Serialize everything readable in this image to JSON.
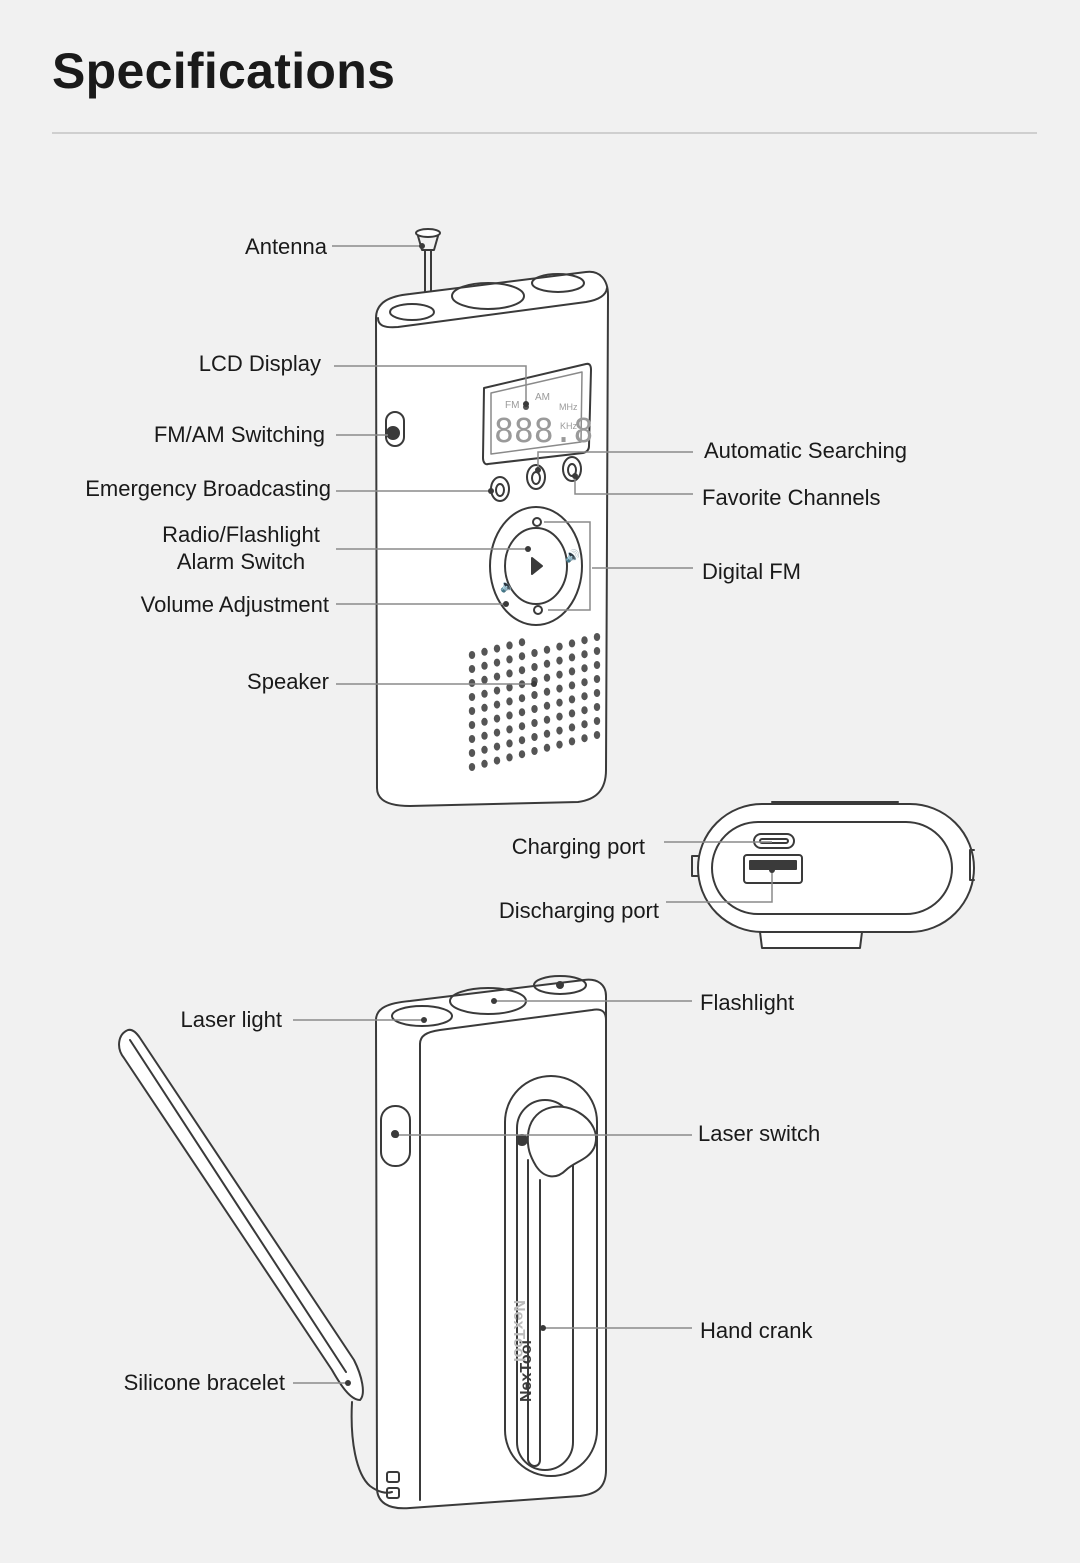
{
  "title": "Specifications",
  "colors": {
    "background": "#f1f1f1",
    "line": "#8a8a8a",
    "device_outline": "#3a3a3a"
  },
  "labels": {
    "antenna": "Antenna",
    "lcd_display": "LCD Display",
    "fm_am_switching": "FM/AM Switching",
    "emergency_broadcasting": "Emergency Broadcasting",
    "radio_flashlight_line1": "Radio/Flashlight",
    "radio_flashlight_line2": "Alarm Switch",
    "volume_adjustment": "Volume Adjustment",
    "speaker": "Speaker",
    "automatic_searching": "Automatic Searching",
    "favorite_channels": "Favorite Channels",
    "digital_fm": "Digital FM",
    "charging_port": "Charging port",
    "discharging_port": "Discharging port",
    "laser_light": "Laser light",
    "flashlight": "Flashlight",
    "laser_switch": "Laser switch",
    "hand_crank": "Hand crank",
    "silicone_bracelet": "Silicone bracelet"
  },
  "device_text": {
    "lcd_digits": "888.8",
    "lcd_fm": "FM",
    "lcd_am": "AM",
    "lcd_mhz": "MHz",
    "lcd_khz": "KHz",
    "brand": "NexTool",
    "brand_mirror": "NexTool"
  }
}
